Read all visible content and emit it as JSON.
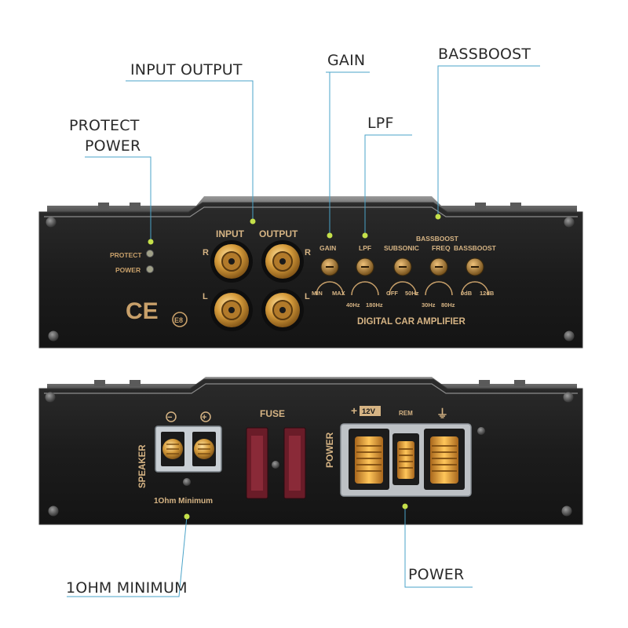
{
  "callouts": {
    "input_output": "INPUT OUTPUT",
    "gain": "GAIN",
    "bassboost": "BASSBOOST",
    "protect": "PROTECT",
    "power_top": "POWER",
    "lpf": "LPF",
    "one_ohm_minimum": "1OHM MINIMUM",
    "power_bottom": "POWER"
  },
  "front_panel": {
    "protect_led": "PROTECT",
    "power_led": "POWER",
    "input": "INPUT",
    "output": "OUTPUT",
    "right_channel": "R",
    "left_channel": "L",
    "ce_mark": "CE",
    "e_mark": "E8",
    "gain_label": "GAIN",
    "gain_min": "MIN",
    "gain_max": "MAX",
    "lpf_label": "LPF",
    "lpf_min": "40Hz",
    "lpf_max": "180Hz",
    "subsonic_label": "SUBSONIC",
    "subsonic_min": "OFF",
    "subsonic_max": "50Hz",
    "bassboost_freq_top": "BASSBOOST",
    "bassboost_freq_label": "FREQ",
    "freq_min": "30Hz",
    "freq_max": "80Hz",
    "bassboost_label": "BASSBOOST",
    "boost_min": "0dB",
    "boost_max": "12dB",
    "product_name": "DIGITAL CAR AMPLIFIER"
  },
  "rear_panel": {
    "speaker_label": "SPEAKER",
    "minus_sign": "−",
    "plus_sign": "+",
    "min_impedance": "1Ohm Minimum",
    "fuse_label": "FUSE",
    "power_label": "POWER",
    "plus_12v_sign": "+",
    "v12_label": "12V",
    "rem_label": "REM",
    "ground_symbol": "⏚"
  },
  "colors": {
    "panel": "#1d1d1d",
    "accent": "#c8a06a",
    "gold": "#e0a646",
    "callout_line": "#4aa3c8",
    "callout_dot": "#c5e04a",
    "fuse": "#8a2230"
  }
}
